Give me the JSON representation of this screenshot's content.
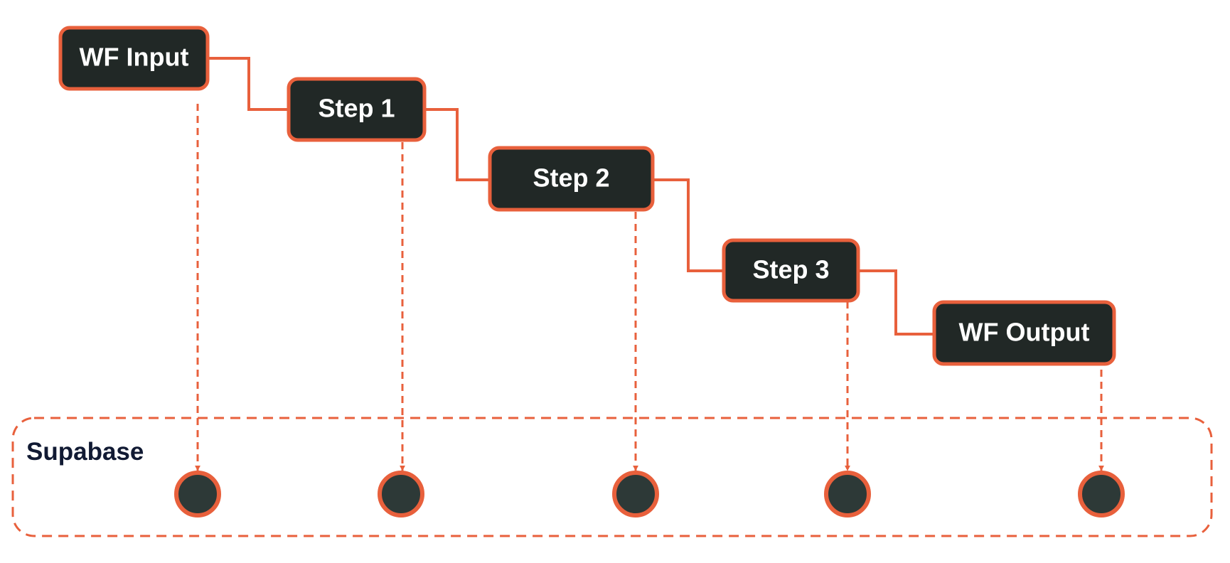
{
  "colors": {
    "accent": "#e8603c",
    "node_fill": "#212826",
    "node_text": "#ffffff",
    "store_fill": "#2d3937",
    "group_label": "#111a33",
    "background": "#ffffff"
  },
  "nodes": [
    {
      "id": "wf-input",
      "label": "WF Input"
    },
    {
      "id": "step-1",
      "label": "Step 1"
    },
    {
      "id": "step-2",
      "label": "Step 2"
    },
    {
      "id": "step-3",
      "label": "Step 3"
    },
    {
      "id": "wf-output",
      "label": "WF Output"
    }
  ],
  "group": {
    "label": "Supabase"
  }
}
